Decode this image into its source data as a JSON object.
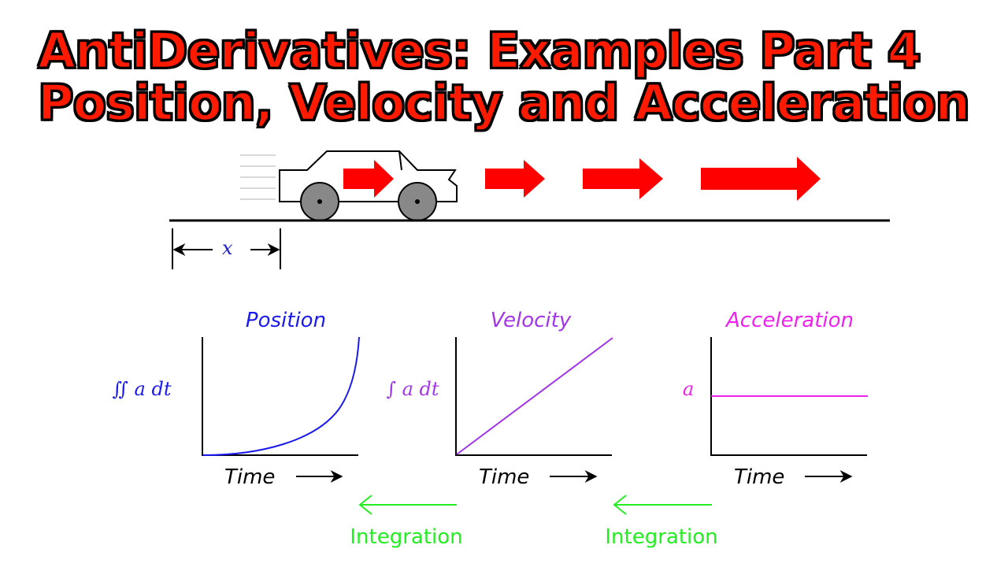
{
  "title": {
    "line1": "AntiDerivatives: Examples Part 4",
    "line2": "Position, Velocity and Acceleration"
  },
  "car_scene": {
    "distance_label": "x"
  },
  "graphs": [
    {
      "title": "Position",
      "ylabel": "∬ a dt",
      "xlabel": "Time",
      "color": "#1a1aee"
    },
    {
      "title": "Velocity",
      "ylabel": "∫ a dt",
      "xlabel": "Time",
      "color": "#a335e8"
    },
    {
      "title": "Acceleration",
      "ylabel": "a",
      "xlabel": "Time",
      "color": "#ee22ee"
    }
  ],
  "integration_arrows": [
    {
      "label": "Integration",
      "color": "#22ee22"
    },
    {
      "label": "Integration",
      "color": "#22ee22"
    }
  ],
  "colors": {
    "title_fill": "#ff1a00",
    "arrow_red": "#ff0000",
    "wheel_gray": "#888888"
  }
}
